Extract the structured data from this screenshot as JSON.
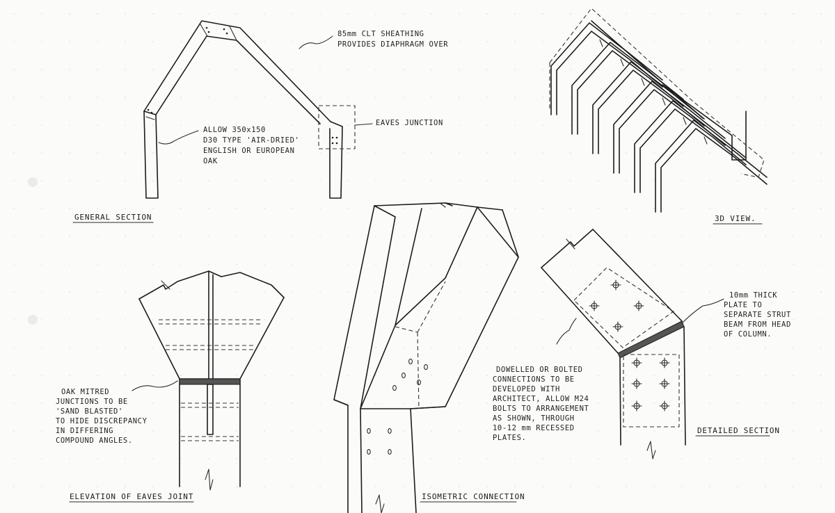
{
  "sheet": {
    "titles": {
      "general_section": "GENERAL SECTION",
      "view_3d": "3D VIEW.",
      "elevation": "ELEVATION OF EAVES JOINT",
      "isometric": "ISOMETRIC CONNECTION",
      "detailed": "DETAILED SECTION"
    },
    "notes": {
      "clt": [
        "85mm CLT SHEATHING",
        "PROVIDES DIAPHRAGM OVER"
      ],
      "eaves": "EAVES JUNCTION",
      "oak": [
        "ALLOW 350x150",
        "D30 TYPE 'AIR-DRIED'",
        "ENGLISH OR EUROPEAN",
        "OAK"
      ],
      "mitred": [
        "OAK MITRED",
        "JUNCTIONS TO BE",
        "'SAND BLASTED'",
        "TO HIDE DISCREPANCY",
        "IN DIFFERING",
        "COMPOUND ANGLES."
      ],
      "plate": [
        "10mm THICK",
        "PLATE TO",
        "SEPARATE STRUT",
        "BEAM FROM HEAD",
        "OF COLUMN."
      ],
      "dowel": [
        "DOWELLED OR BOLTED",
        "CONNECTIONS TO BE",
        "DEVELOPED WITH",
        "ARCHITECT, ALLOW M24",
        "BOLTS TO ARRANGEMENT",
        "AS SHOWN, THROUGH",
        "10-12 mm RECESSED",
        "PLATES."
      ]
    }
  }
}
